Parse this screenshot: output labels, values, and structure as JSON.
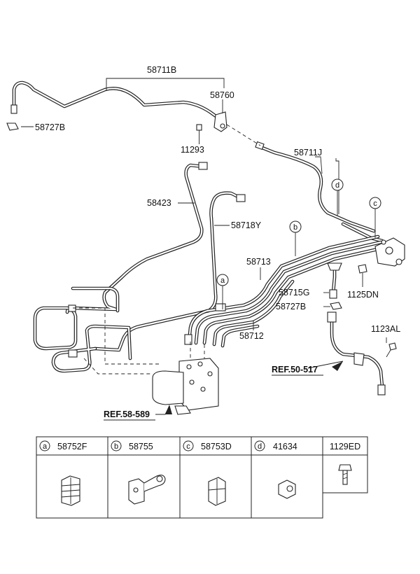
{
  "parts": {
    "p58711B": "58711B",
    "p58760": "58760",
    "p58727B_top": "58727B",
    "p11293": "11293",
    "p58711J": "58711J",
    "p58423": "58423",
    "p58718Y": "58718Y",
    "p58713": "58713",
    "p58715G": "58715G",
    "p58727B_mid": "58727B",
    "p1125DN": "1125DN",
    "p58712": "58712",
    "p1123AL": "1123AL"
  },
  "refs": {
    "ref_5050517": "REF.50-517",
    "ref_5858589": "REF.58-589"
  },
  "callouts": {
    "a": "a",
    "b": "b",
    "c": "c",
    "d": "d"
  },
  "table": {
    "cells": [
      {
        "letter": "a",
        "part": "58752F"
      },
      {
        "letter": "b",
        "part": "58755"
      },
      {
        "letter": "c",
        "part": "58753D"
      },
      {
        "letter": "d",
        "part": "41634"
      },
      {
        "letter": "",
        "part": "1129ED"
      }
    ]
  }
}
